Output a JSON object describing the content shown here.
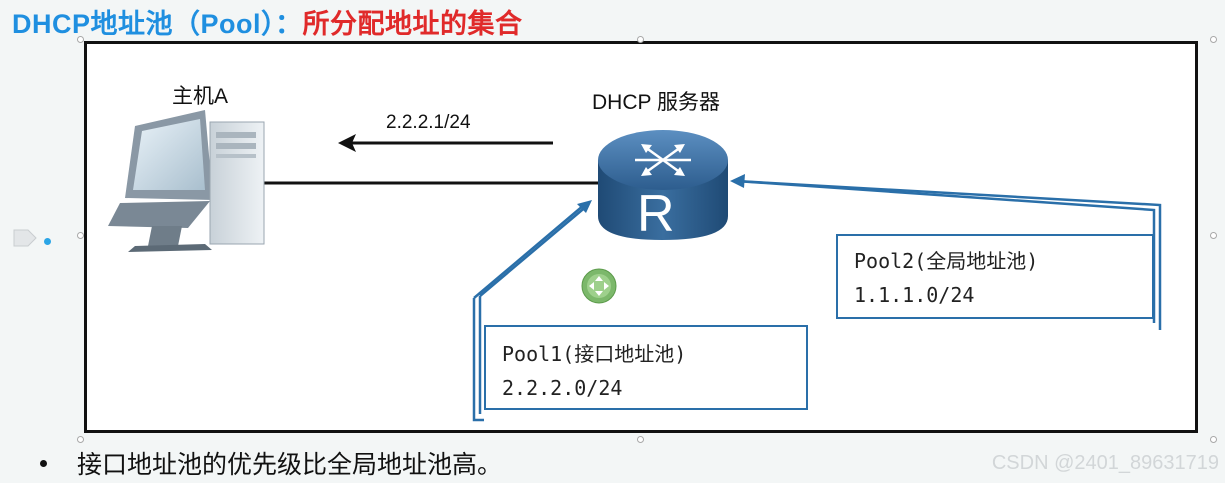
{
  "title": {
    "main": "DHCP地址池（Pool）：",
    "sub": "所分配地址的集合"
  },
  "diagram": {
    "host_label": "主机A",
    "server_label": "DHCP 服务器",
    "assigned_address": "2.2.2.1/24",
    "router_letter": "R",
    "pool1": {
      "name": "Pool1(接口地址池)",
      "network": "2.2.2.0/24"
    },
    "pool2": {
      "name": "Pool2(全局地址池)",
      "network": "1.1.1.0/24"
    }
  },
  "note": "接口地址池的优先级比全局地址池高。",
  "watermark": "CSDN @2401_89631719",
  "colors": {
    "title_blue": "#1f8fe0",
    "title_red": "#e02a2a",
    "pool_border": "#2a6fa9",
    "arrow_blue": "#2a6fa9",
    "router_body": "#2f5f8c"
  },
  "icons": [
    "monitor-icon",
    "router-icon",
    "move-handle-icon",
    "play-icon"
  ]
}
